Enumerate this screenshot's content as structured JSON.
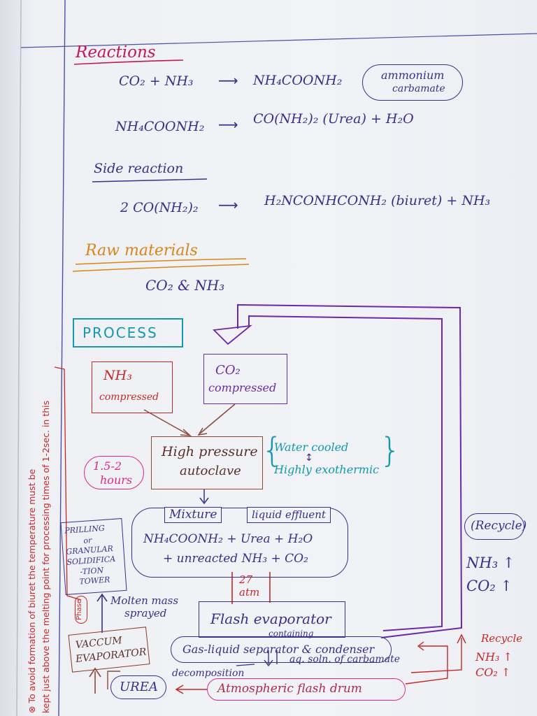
{
  "reactions": {
    "heading": "Reactions",
    "r1_lhs": "CO₂ + NH₃",
    "r1_rhs": "NH₄COONH₂",
    "r1_note_line1": "ammonium",
    "r1_note_line2": "carbamate",
    "r2_lhs": "NH₄COONH₂",
    "r2_rhs": "CO(NH₂)₂ (Urea) + H₂O",
    "side_heading": "Side reaction",
    "side_lhs": "2 CO(NH₂)₂",
    "side_rhs": "H₂NCONHCONH₂ (biuret) + NH₃"
  },
  "raw_materials": {
    "heading": "Raw materials",
    "items": "CO₂ & NH₃"
  },
  "process": {
    "heading": "PROCESS",
    "recycle_label": "(Recycle)",
    "recycle_nh3": "NH₃ ↑",
    "recycle_co2": "CO₂ ↑",
    "nh3_box": {
      "line1": "NH₃",
      "line2": "compressed"
    },
    "co2_box": {
      "line1": "CO₂",
      "line2": "compressed"
    },
    "duration_line1": "1.5-2",
    "duration_line2": "hours",
    "autoclave": {
      "line1": "High pressure",
      "line2": "autoclave"
    },
    "autoclave_note": {
      "line1": "Water cooled",
      "line2": "Highly exothermic"
    },
    "mixture": {
      "label": "Mixture",
      "tag": "liquid effluent",
      "line1": "NH₄COONH₂ + Urea + H₂O",
      "line2": "+ unreacted NH₃ + CO₂"
    },
    "pressure_line1": "27",
    "pressure_line2": "atm",
    "prilling": {
      "line1": "PRILLING",
      "line2": "or",
      "line3": "GRANULAR",
      "line4": "SOLIDIFICA",
      "line5": "-TION",
      "line6": "TOWER"
    },
    "phase_label": "Phase",
    "molten": {
      "line1": "Molten mass",
      "line2": "sprayed"
    },
    "flash_evaporator": "Flash evaporator",
    "vacuum": {
      "line1": "VACCUM",
      "line2": "EVAPORATOR"
    },
    "separator": {
      "caption": "containing",
      "label": "Gas-liquid separator & condenser"
    },
    "decomposition": "decomposition",
    "aq_solution": "aq. soln. of carbamate",
    "urea": "UREA",
    "flash_drum": "Atmospheric flash drum",
    "recycle_red": {
      "label": "Recycle",
      "nh3": "NH₃ ↑",
      "co2": "CO₂ ↑"
    }
  },
  "margin_note": {
    "line1": "⊗ To avoid formation of biuret the temperature must be",
    "line2": "kept just above the melting point for processing times of 1-2sec. in this"
  }
}
